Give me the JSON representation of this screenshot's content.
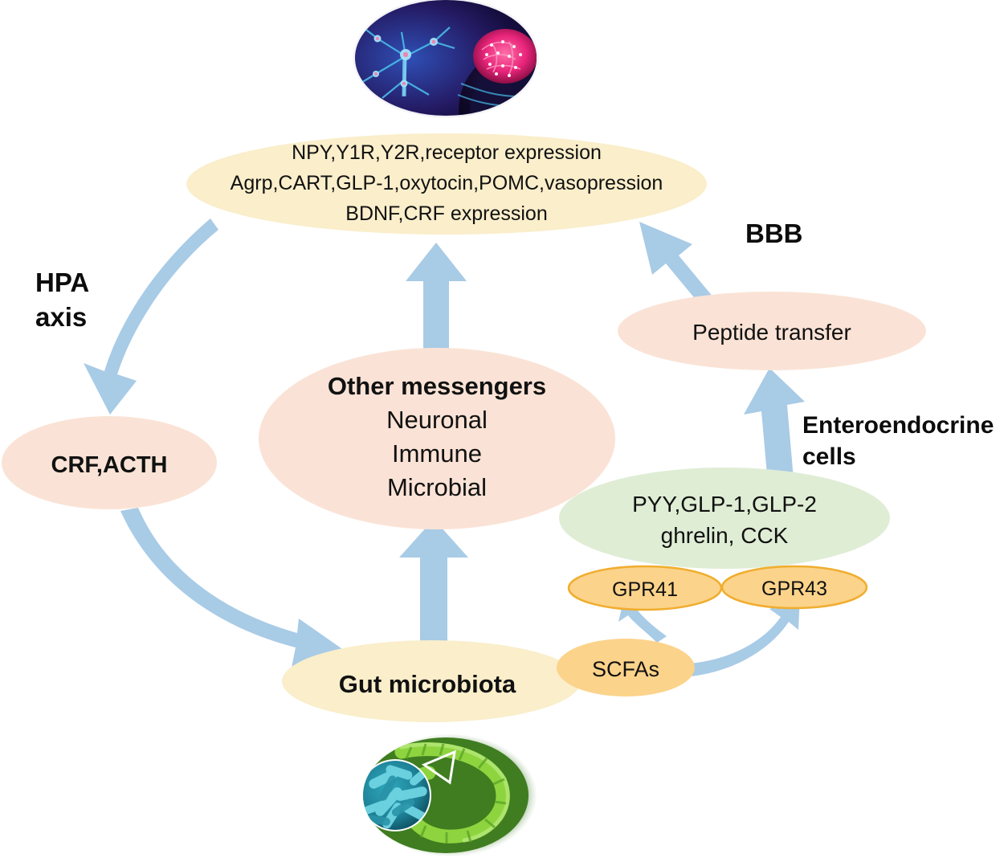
{
  "figure": {
    "title": "Gut microbiota brain axis signalling diagram",
    "background_color": "#ffffff"
  },
  "palette": {
    "cream": "#faeecb",
    "peach": "#fae3d6",
    "green": "#dfedd5",
    "orange": "#fbd38a",
    "orange_border": "#f0ad2e",
    "arrow_blue": "#a8cbe6",
    "text": "#111111"
  },
  "images": [
    {
      "name": "brain-neuron-image",
      "description": "Neuron network and human head with glowing brain"
    },
    {
      "name": "gut-microbiota-image",
      "description": "Green intestine with magnified blue bacteria inset"
    }
  ],
  "nodes": {
    "brain_peptides": {
      "lines": [
        "NPY,Y1R,Y2R,receptor expression",
        "Agrp,CART,GLP-1,oxytocin,POMC,vasopression",
        "BDNF,CRF expression"
      ],
      "color": "#faeecb"
    },
    "crf_acth": {
      "label": "CRF,ACTH",
      "color": "#fae3d6"
    },
    "other_messengers": {
      "heading": "Other messengers",
      "lines": [
        "Neuronal",
        "Immune",
        "Microbial"
      ],
      "color": "#fae3d6"
    },
    "peptide_transfer": {
      "label": "Peptide transfer",
      "color": "#fae3d6"
    },
    "gut_peptides": {
      "lines": [
        "PYY,GLP-1,GLP-2",
        "ghrelin, CCK"
      ],
      "color": "#dfedd5"
    },
    "gpr41": {
      "label": "GPR41",
      "color": "#fbd38a"
    },
    "gpr43": {
      "label": "GPR43",
      "color": "#fbd38a"
    },
    "gut_microbiota": {
      "label": "Gut microbiota",
      "color": "#faeecb"
    },
    "scfas": {
      "label": "SCFAs",
      "color": "#fbd38a"
    }
  },
  "annotations": {
    "hpa_axis": {
      "line1": "HPA",
      "line2": "axis"
    },
    "bbb": {
      "label": "BBB"
    },
    "enteroendocrine": {
      "line1": "Enteroendocrine",
      "line2": "cells"
    }
  },
  "arrows": [
    {
      "name": "arrow-brain-to-crf",
      "from": "brain_peptides",
      "to": "crf_acth",
      "style": "curved"
    },
    {
      "name": "arrow-crf-to-gut",
      "from": "crf_acth",
      "to": "gut_microbiota",
      "style": "curved"
    },
    {
      "name": "arrow-gut-to-messengers",
      "from": "gut_microbiota",
      "to": "other_messengers",
      "style": "straight"
    },
    {
      "name": "arrow-messengers-to-brain",
      "from": "other_messengers",
      "to": "brain_peptides",
      "style": "straight"
    },
    {
      "name": "arrow-peptide-to-brain",
      "from": "peptide_transfer",
      "to": "brain_peptides",
      "style": "diagonal"
    },
    {
      "name": "arrow-gutpeptides-to-peptide",
      "from": "gut_peptides",
      "to": "peptide_transfer",
      "style": "straight"
    },
    {
      "name": "arrow-scfas-to-gpr41",
      "from": "scfas",
      "to": "gpr41",
      "style": "curved"
    },
    {
      "name": "arrow-scfas-to-gpr43",
      "from": "scfas",
      "to": "gpr43",
      "style": "curved"
    }
  ]
}
